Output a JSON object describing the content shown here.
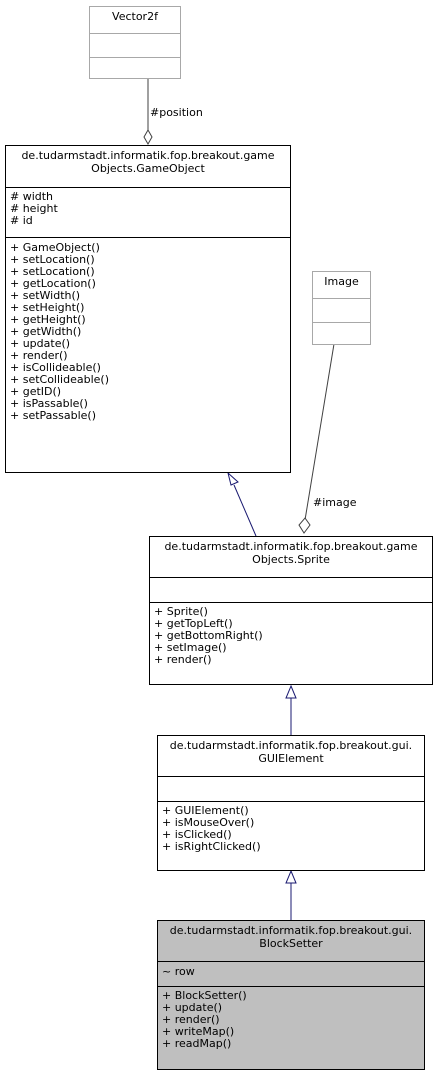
{
  "classes": {
    "vector2f": {
      "name": "Vector2f",
      "attributes": [],
      "methods": []
    },
    "image": {
      "name": "Image",
      "attributes": [],
      "methods": []
    },
    "gameobject": {
      "name": "de.tudarmstadt.informatik.fop.breakout.game\nObjects.GameObject",
      "attributes": [
        "# width",
        "# height",
        "# id"
      ],
      "methods": [
        "+ GameObject()",
        "+ setLocation()",
        "+ setLocation()",
        "+ getLocation()",
        "+ setWidth()",
        "+ setHeight()",
        "+ getHeight()",
        "+ getWidth()",
        "+ update()",
        "+ render()",
        "+ isCollideable()",
        "+ setCollideable()",
        "+ getID()",
        "+ isPassable()",
        "+ setPassable()"
      ]
    },
    "sprite": {
      "name": "de.tudarmstadt.informatik.fop.breakout.game\nObjects.Sprite",
      "attributes": [],
      "methods": [
        "+ Sprite()",
        "+ getTopLeft()",
        "+ getBottomRight()",
        "+ setImage()",
        "+ render()"
      ]
    },
    "guielement": {
      "name": "de.tudarmstadt.informatik.fop.breakout.gui.\nGUIElement",
      "attributes": [],
      "methods": [
        "+ GUIElement()",
        "+ isMouseOver()",
        "+ isClicked()",
        "+ isRightClicked()"
      ]
    },
    "blocksetter": {
      "name": "de.tudarmstadt.informatik.fop.breakout.gui.\nBlockSetter",
      "attributes": [
        "~ row"
      ],
      "methods": [
        "+ BlockSetter()",
        "+ update()",
        "+ render()",
        "+ writeMap()",
        "+ readMap()"
      ]
    }
  },
  "edges": {
    "position_label": "#position",
    "image_label": "#image"
  },
  "colors": {
    "inheritance": "#191970",
    "aggregation": "#404040",
    "highlight": "#bfbfbf",
    "gray_border": "#a8a8a8"
  }
}
